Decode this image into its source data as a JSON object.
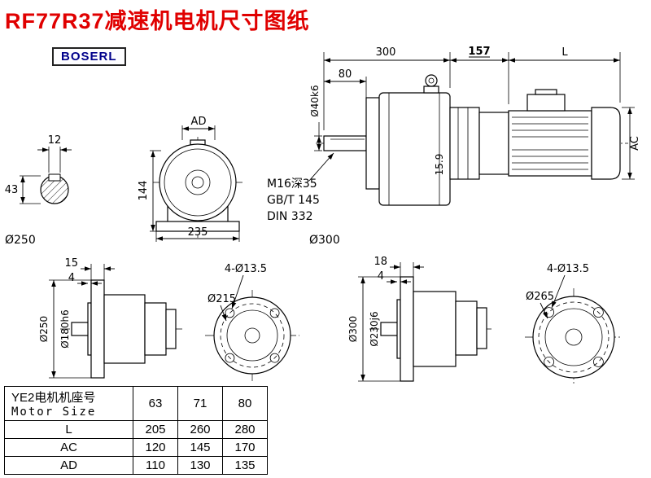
{
  "page": {
    "title": "RF77R37减速机电机尺寸图纸",
    "logo": "BOSERL"
  },
  "views": {
    "shaft_section": {
      "key_width": "12",
      "height": "43",
      "flange_dia": "Ø250"
    },
    "front_view": {
      "ad": "AD",
      "height": "144",
      "width": "235"
    },
    "side_view": {
      "reducer_len": "300",
      "adapter_len": "157",
      "motor_len": "L",
      "shaft_len": "80",
      "shaft_dia": "Ø40k6",
      "motor_height": "AC",
      "key_dim": "15.9",
      "note1": "M16深35",
      "note2": "GB/T 145",
      "note3": "DIN 332",
      "flange_dia": "Ø300"
    },
    "flange_small_side": {
      "flange_thk": "15",
      "spigot_len": "4",
      "outer_dia": "Ø250",
      "spigot_dia": "Ø180h6"
    },
    "flange_small_front": {
      "bolt_circle": "Ø215",
      "holes": "4-Ø13.5"
    },
    "flange_large_side": {
      "flange_thk": "18",
      "spigot_len": "4",
      "outer_dia": "Ø300",
      "spigot_dia": "Ø230j6"
    },
    "flange_large_front": {
      "bolt_circle": "Ø265",
      "holes": "4-Ø13.5"
    }
  },
  "table": {
    "header_cn": "YE2电机机座号",
    "header_en": "Motor Size",
    "sizes": [
      "63",
      "71",
      "80"
    ],
    "rows": [
      {
        "label": "L",
        "values": [
          "205",
          "260",
          "280"
        ]
      },
      {
        "label": "AC",
        "values": [
          "120",
          "145",
          "170"
        ]
      },
      {
        "label": "AD",
        "values": [
          "110",
          "130",
          "135"
        ]
      }
    ]
  }
}
